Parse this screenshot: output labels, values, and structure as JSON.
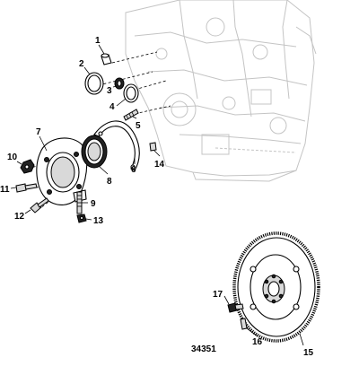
{
  "figure": {
    "figure_number": "34351",
    "callouts": [
      "1",
      "2",
      "3",
      "4",
      "5",
      "6",
      "7",
      "8",
      "9",
      "10",
      "11",
      "12",
      "13",
      "14",
      "15",
      "16",
      "17"
    ]
  }
}
